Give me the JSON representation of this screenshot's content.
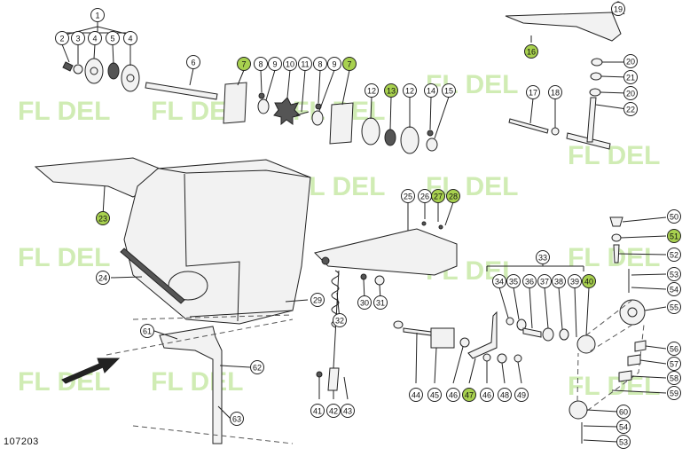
{
  "drawing_number": "107203",
  "watermark_text": "FL DEL",
  "callouts": [
    {
      "id": "c1",
      "label": "1",
      "highlight": false
    },
    {
      "id": "c2",
      "label": "2",
      "highlight": false
    },
    {
      "id": "c3",
      "label": "3",
      "highlight": false
    },
    {
      "id": "c4a",
      "label": "4",
      "highlight": false
    },
    {
      "id": "c5",
      "label": "5",
      "highlight": false
    },
    {
      "id": "c4b",
      "label": "4",
      "highlight": false
    },
    {
      "id": "c6",
      "label": "6",
      "highlight": false
    },
    {
      "id": "c7a",
      "label": "7",
      "highlight": true
    },
    {
      "id": "c8a",
      "label": "8",
      "highlight": false
    },
    {
      "id": "c9a",
      "label": "9",
      "highlight": false
    },
    {
      "id": "c10",
      "label": "10",
      "highlight": false
    },
    {
      "id": "c11",
      "label": "11",
      "highlight": false
    },
    {
      "id": "c8b",
      "label": "8",
      "highlight": false
    },
    {
      "id": "c9b",
      "label": "9",
      "highlight": false
    },
    {
      "id": "c7b",
      "label": "7",
      "highlight": true
    },
    {
      "id": "c12a",
      "label": "12",
      "highlight": false
    },
    {
      "id": "c13",
      "label": "13",
      "highlight": true
    },
    {
      "id": "c12b",
      "label": "12",
      "highlight": false
    },
    {
      "id": "c14",
      "label": "14",
      "highlight": false
    },
    {
      "id": "c15",
      "label": "15",
      "highlight": false
    },
    {
      "id": "c16",
      "label": "16",
      "highlight": true
    },
    {
      "id": "c17",
      "label": "17",
      "highlight": false
    },
    {
      "id": "c18",
      "label": "18",
      "highlight": false
    },
    {
      "id": "c19",
      "label": "19",
      "highlight": false
    },
    {
      "id": "c20a",
      "label": "20",
      "highlight": false
    },
    {
      "id": "c21",
      "label": "21",
      "highlight": false
    },
    {
      "id": "c20b",
      "label": "20",
      "highlight": false
    },
    {
      "id": "c22",
      "label": "22",
      "highlight": false
    },
    {
      "id": "c23",
      "label": "23",
      "highlight": true
    },
    {
      "id": "c24",
      "label": "24",
      "highlight": false
    },
    {
      "id": "c25",
      "label": "25",
      "highlight": false
    },
    {
      "id": "c26",
      "label": "26",
      "highlight": false
    },
    {
      "id": "c27",
      "label": "27",
      "highlight": true
    },
    {
      "id": "c28",
      "label": "28",
      "highlight": true
    },
    {
      "id": "c29",
      "label": "29",
      "highlight": false
    },
    {
      "id": "c30",
      "label": "30",
      "highlight": false
    },
    {
      "id": "c31",
      "label": "31",
      "highlight": false
    },
    {
      "id": "c32",
      "label": "32",
      "highlight": false
    },
    {
      "id": "c33",
      "label": "33",
      "highlight": false
    },
    {
      "id": "c34",
      "label": "34",
      "highlight": false
    },
    {
      "id": "c35",
      "label": "35",
      "highlight": false
    },
    {
      "id": "c36",
      "label": "36",
      "highlight": false
    },
    {
      "id": "c37",
      "label": "37",
      "highlight": false
    },
    {
      "id": "c38",
      "label": "38",
      "highlight": false
    },
    {
      "id": "c39",
      "label": "39",
      "highlight": false
    },
    {
      "id": "c40",
      "label": "40",
      "highlight": true
    },
    {
      "id": "c41",
      "label": "41",
      "highlight": false
    },
    {
      "id": "c42",
      "label": "42",
      "highlight": false
    },
    {
      "id": "c43",
      "label": "43",
      "highlight": false
    },
    {
      "id": "c44",
      "label": "44",
      "highlight": false
    },
    {
      "id": "c45",
      "label": "45",
      "highlight": false
    },
    {
      "id": "c46a",
      "label": "46",
      "highlight": false
    },
    {
      "id": "c47",
      "label": "47",
      "highlight": true
    },
    {
      "id": "c46b",
      "label": "46",
      "highlight": false
    },
    {
      "id": "c48",
      "label": "48",
      "highlight": false
    },
    {
      "id": "c49",
      "label": "49",
      "highlight": false
    },
    {
      "id": "c50",
      "label": "50",
      "highlight": false
    },
    {
      "id": "c51",
      "label": "51",
      "highlight": true
    },
    {
      "id": "c52",
      "label": "52",
      "highlight": false
    },
    {
      "id": "c53a",
      "label": "53",
      "highlight": false
    },
    {
      "id": "c54a",
      "label": "54",
      "highlight": false
    },
    {
      "id": "c55",
      "label": "55",
      "highlight": false
    },
    {
      "id": "c56",
      "label": "56",
      "highlight": false
    },
    {
      "id": "c57",
      "label": "57",
      "highlight": false
    },
    {
      "id": "c58",
      "label": "58",
      "highlight": false
    },
    {
      "id": "c59",
      "label": "59",
      "highlight": false
    },
    {
      "id": "c60",
      "label": "60",
      "highlight": false
    },
    {
      "id": "c54b",
      "label": "54",
      "highlight": false
    },
    {
      "id": "c53b",
      "label": "53",
      "highlight": false
    },
    {
      "id": "c61",
      "label": "61",
      "highlight": false
    },
    {
      "id": "c62",
      "label": "62",
      "highlight": false
    },
    {
      "id": "c63",
      "label": "63",
      "highlight": false
    }
  ],
  "colors": {
    "callout_fill": "#ffffff",
    "callout_highlight": "#a8d14f",
    "callout_stroke": "#222222",
    "watermark": "#a9dc76",
    "line": "#222222"
  }
}
